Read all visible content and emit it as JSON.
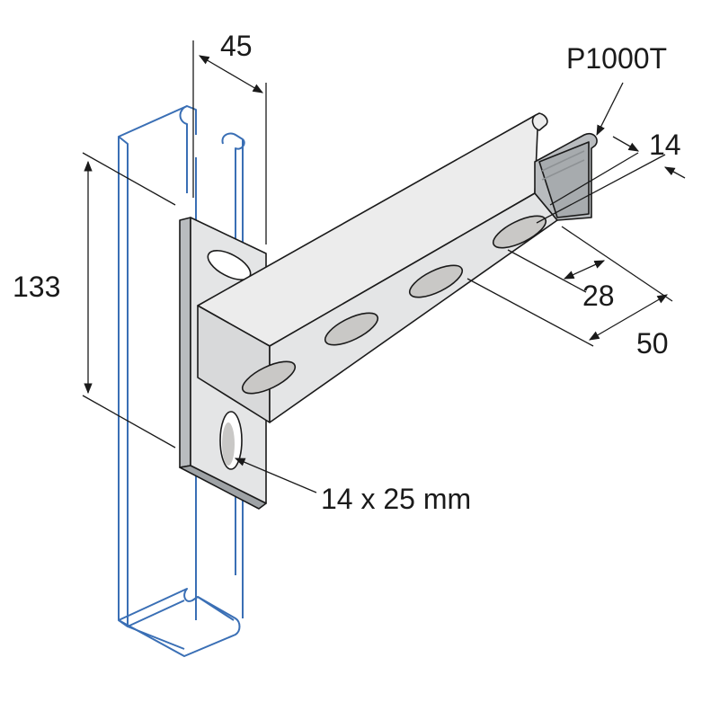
{
  "labels": {
    "part_number": "P1000T",
    "dim_top_width": "45",
    "dim_flange": "14",
    "dim_slot_pitch": "28",
    "dim_depth": "50",
    "dim_height": "133",
    "slot_size": "14 x 25 mm"
  },
  "colors": {
    "channel_outline": "#3a6fb5",
    "bracket_fill": "#e4e5e6",
    "bracket_top": "#ececec",
    "bracket_shadow": "#b9bcbf",
    "slot_fill": "#c9c8c6",
    "line": "#1a1a1a"
  }
}
